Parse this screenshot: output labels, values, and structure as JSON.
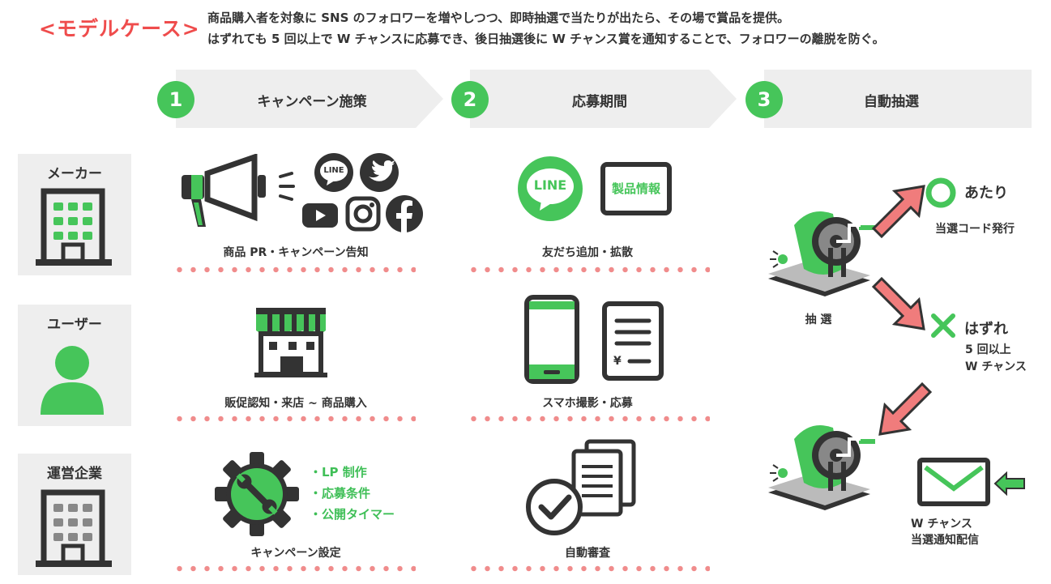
{
  "header": {
    "title": "<モデルケース>",
    "line1": "商品購入者を対象に SNS のフォロワーを増やしつつ、即時抽選で当たりが出たら、その場で賞品を提供。",
    "line2": "はずれても 5 回以上で W チャンスに応募でき、後日抽選後に W チャンス賞を通知することで、フォロワーの離脱を防ぐ。"
  },
  "steps": [
    {
      "number": "1",
      "label": "キャンペーン施策"
    },
    {
      "number": "2",
      "label": "応募期間"
    },
    {
      "number": "3",
      "label": "自動抽選"
    }
  ],
  "roles": [
    {
      "label": "メーカー"
    },
    {
      "label": "ユーザー"
    },
    {
      "label": "運営企業"
    }
  ],
  "cells": {
    "maker_campaign": "商品 PR・キャンペーン告知",
    "maker_period": "友だち追加・拡散",
    "user_campaign": "販促認知・来店 ~ 商品購入",
    "user_period": "スマホ撮影・応募",
    "ops_campaign": "キャンペーン設定",
    "ops_period": "自動審査"
  },
  "icons": {
    "line_small": "LINE",
    "line_big": "LINE",
    "product_info": "製品情報",
    "yen": "¥"
  },
  "ops_list": [
    "・LP 制作",
    "・応募条件",
    "・公開タイマー"
  ],
  "lottery": {
    "draw_label": "抽 選",
    "win_label": "あたり",
    "win_sub": "当選コード発行",
    "lose_label": "はずれ",
    "lose_sub1": "5 回以上",
    "lose_sub2": "W チャンス",
    "notify1": "W チャンス",
    "notify2": "当選通知配信"
  },
  "colors": {
    "green": "#46c55a",
    "red": "#ef4c4c",
    "pink": "#f08c8c",
    "dark": "#333333",
    "gray": "#eeeeee"
  }
}
